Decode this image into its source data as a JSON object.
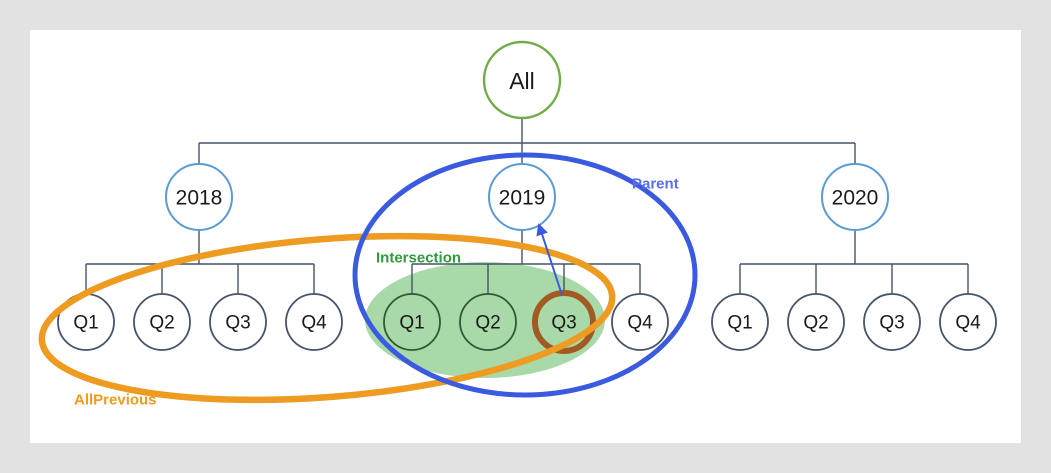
{
  "canvas": {
    "background": "#e2e2e2",
    "sheet_color": "#ffffff"
  },
  "colors": {
    "root_node_border": "#70AD47",
    "year_node_border": "#5B9BD5",
    "quarter_node_border": "#44546A",
    "connector_line": "#44546A",
    "all_previous": "#ED9B21",
    "parent": "#3A5BE0",
    "intersection_text": "#2E9C3C",
    "intersection_fill": "#A9D9A9",
    "selected_ring": "#A05A22",
    "arrow": "#3A5BE0",
    "highlighted_node_text": "#14401A"
  },
  "tree": {
    "root": {
      "label": "All"
    },
    "years": [
      {
        "label": "2018"
      },
      {
        "label": "2019"
      },
      {
        "label": "2020"
      }
    ],
    "quarters_2018": [
      {
        "label": "Q1"
      },
      {
        "label": "Q2"
      },
      {
        "label": "Q3"
      },
      {
        "label": "Q4"
      }
    ],
    "quarters_2019": [
      {
        "label": "Q1"
      },
      {
        "label": "Q2"
      },
      {
        "label": "Q3"
      },
      {
        "label": "Q4"
      }
    ],
    "quarters_2020": [
      {
        "label": "Q1"
      },
      {
        "label": "Q2"
      },
      {
        "label": "Q3"
      },
      {
        "label": "Q4"
      }
    ]
  },
  "annotations": {
    "all_previous": "AllPrevious",
    "parent": "Parent",
    "intersection": "Intersection"
  }
}
